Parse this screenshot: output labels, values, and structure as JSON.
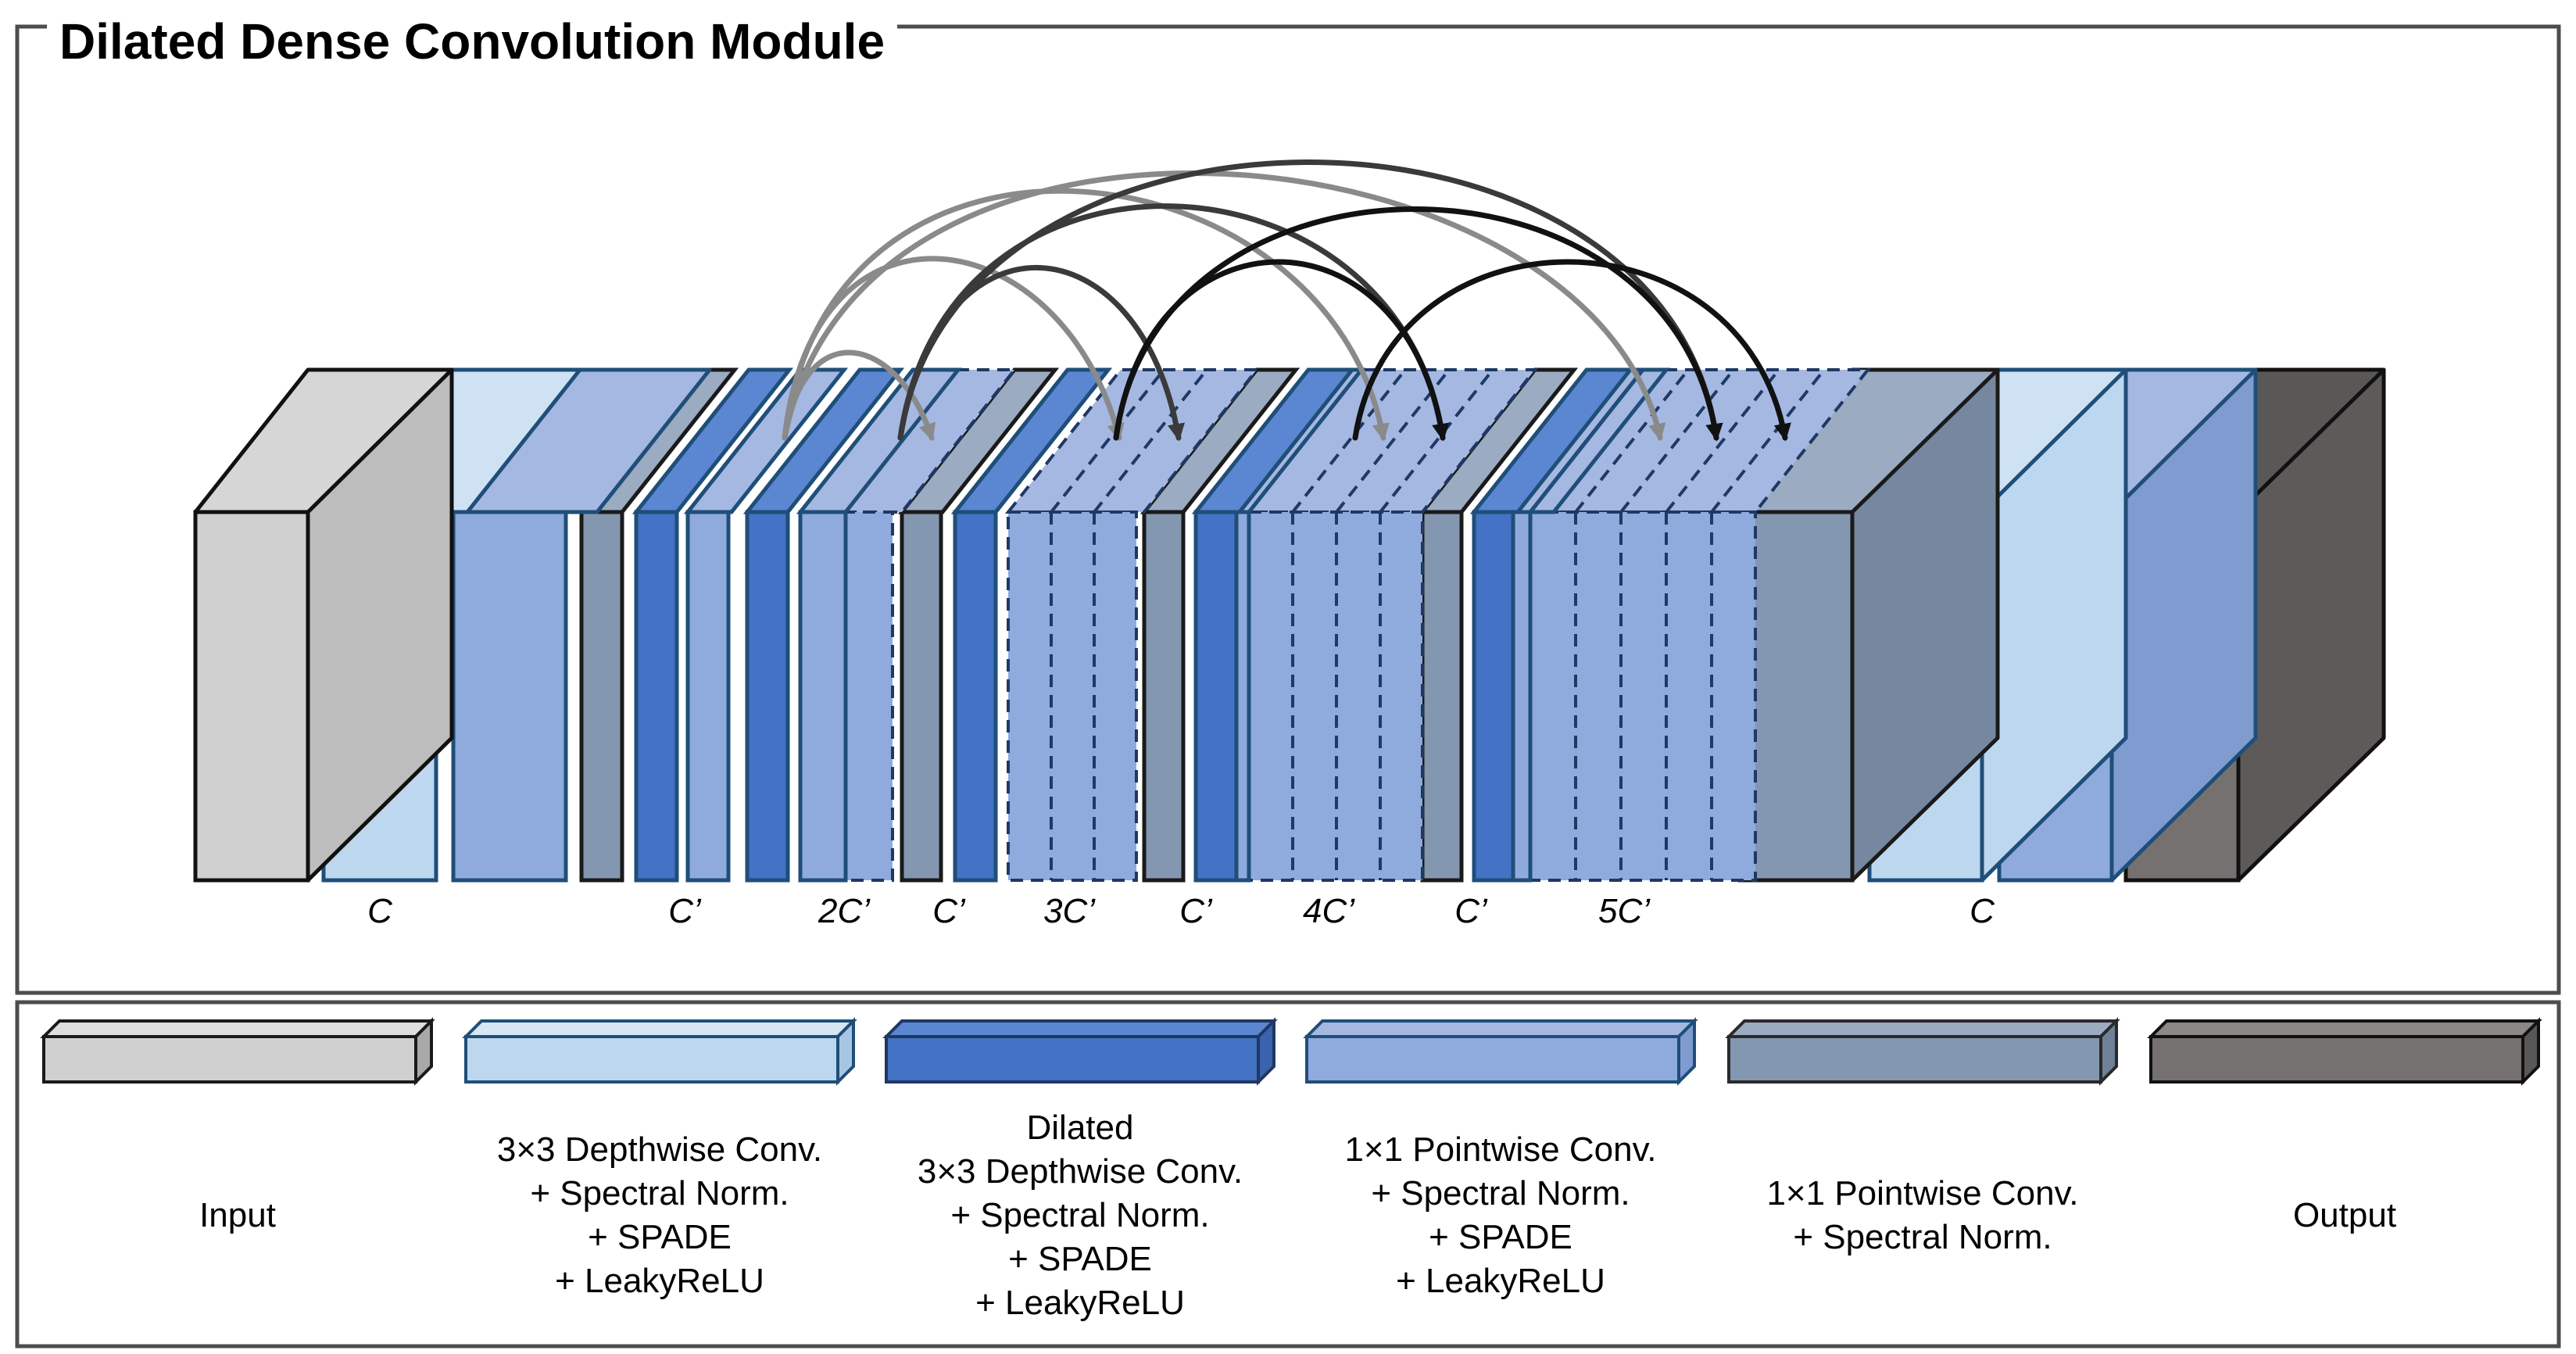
{
  "title": "Dilated Dense Convolution Module",
  "colors": {
    "input": "#d0d0d0",
    "depthwise": "#bdd7ee",
    "dilated": "#4472c4",
    "pointwise_act": "#8faadc",
    "pointwise": "#8497b0",
    "output": "#767171",
    "norm_seg": "#a4b8e2",
    "outline_blue": "#1f4e79"
  },
  "channel_labels": [
    "C",
    "C’",
    "2C’",
    "C’",
    "3C’",
    "C’",
    "4C’",
    "C’",
    "5C’",
    "C"
  ],
  "legend": [
    {
      "key": "input",
      "label": "Input"
    },
    {
      "key": "depthwise",
      "label": "3×3 Depthwise Conv.\n+ Spectral Norm.\n+ SPADE\n+ LeakyReLU"
    },
    {
      "key": "dilated",
      "label": "Dilated\n3×3 Depthwise Conv.\n+ Spectral Norm.\n+ SPADE\n+ LeakyReLU"
    },
    {
      "key": "pointwise_act",
      "label": "1×1 Pointwise Conv.\n+ Spectral Norm.\n+ SPADE\n+ LeakyReLU"
    },
    {
      "key": "pointwise",
      "label": "1×1 Pointwise Conv.\n+ Spectral Norm."
    },
    {
      "key": "output",
      "label": "Output"
    }
  ]
}
